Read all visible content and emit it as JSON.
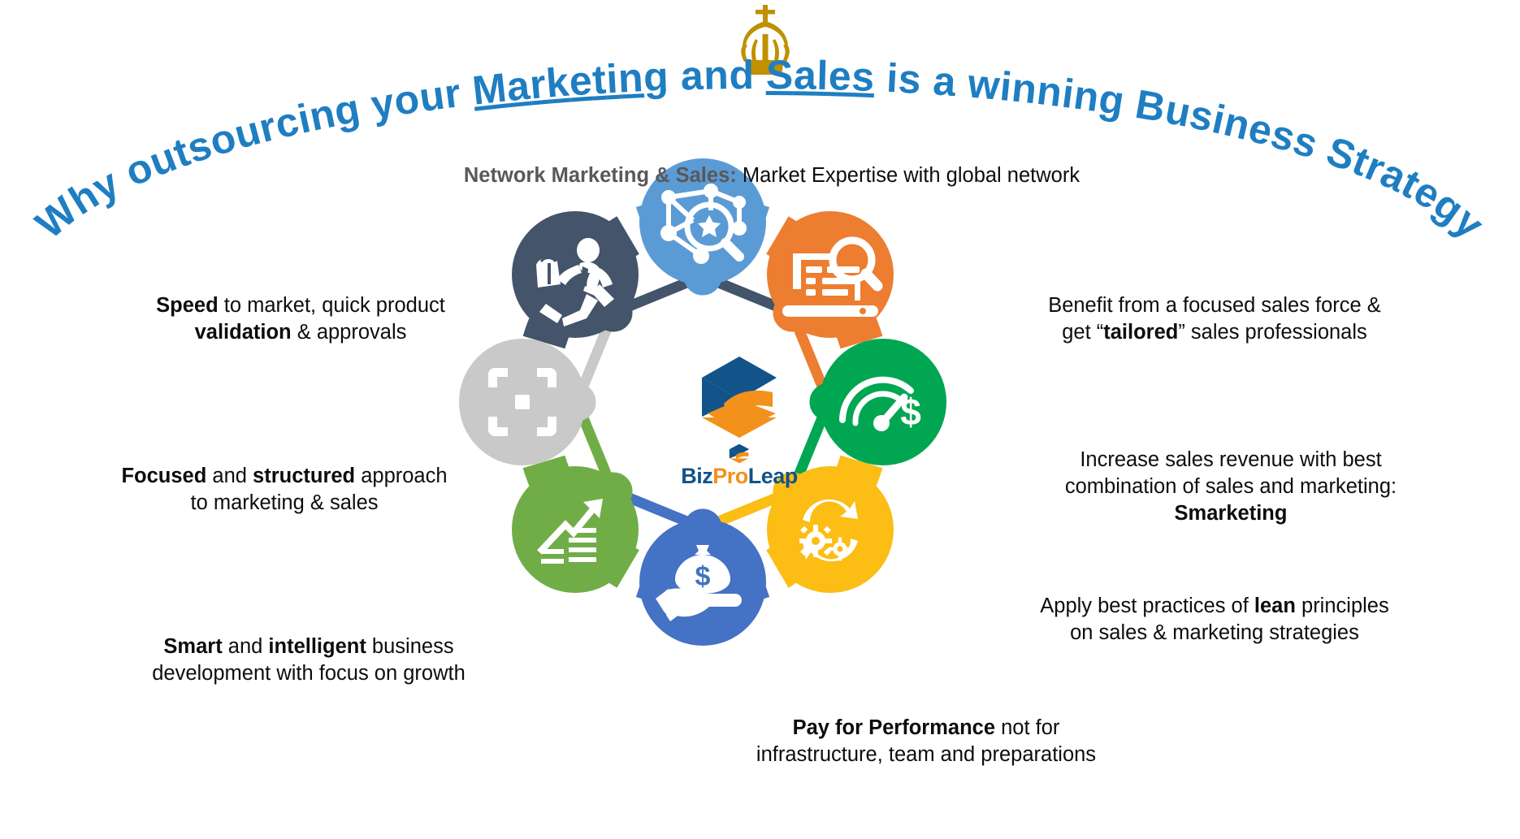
{
  "title": {
    "full": "Why outsourcing your Marketing and Sales is a winning Business Strategy",
    "color": "#1f7ec2",
    "underlined_words": [
      "Marketing",
      "Sales"
    ],
    "segments": [
      {
        "text": "Why outsourcing your ",
        "underline": false
      },
      {
        "text": "Marketing",
        "underline": true
      },
      {
        "text": " and ",
        "underline": false
      },
      {
        "text": "Sales",
        "underline": true
      },
      {
        "text": " is a winning Business Strategy",
        "underline": false
      }
    ]
  },
  "crown": {
    "icon": "crown-icon",
    "color": "#bf9000"
  },
  "logo": {
    "icon": "bizproleap-mark-icon",
    "name_part1": "Biz",
    "name_part2": "Pro",
    "name_part3": "Leap",
    "blue": "#12538a",
    "orange": "#f2911b"
  },
  "labels": {
    "network": {
      "bold": "Network Marketing & Sales:",
      "rest": " Market Expertise with global network"
    },
    "benefit": {
      "line1": "Benefit from a focused sales force &",
      "line2_pre": "get “",
      "line2_bold": "tailored",
      "line2_post": "” sales professionals"
    },
    "increase": {
      "line1": "Increase sales revenue with best",
      "line2": "combination of sales and marketing:",
      "line3_bold": "Smarketing"
    },
    "lean": {
      "line1_pre": "Apply best practices of ",
      "line1_bold": "lean",
      "line1_post": " principles",
      "line2": "on sales & marketing strategies"
    },
    "pay": {
      "line1_bold": "Pay for Performance",
      "line1_post": " not for",
      "line2": "infrastructure, team and preparations"
    },
    "smart": {
      "line1_bold1": "Smart",
      "line1_mid": " and ",
      "line1_bold2": "intelligent",
      "line1_post": " business",
      "line2": "development with focus on growth"
    },
    "focused": {
      "line1_bold1": "Focused",
      "line1_mid": " and ",
      "line1_bold2": "structured",
      "line1_post": " approach",
      "line2": "to marketing & sales"
    },
    "speed": {
      "line1_bold": "Speed",
      "line1_post": " to market, quick product",
      "line2_bold": "validation",
      "line2_post": " & approvals"
    }
  },
  "wheel": {
    "segments": [
      {
        "id": "network",
        "icon": "network-search-icon",
        "color": "#5b9bd5",
        "angle": 0,
        "label_ref": "network"
      },
      {
        "id": "benefit",
        "icon": "laptop-search-icon",
        "color": "#ed7d31",
        "angle": 45,
        "label_ref": "benefit"
      },
      {
        "id": "increase",
        "icon": "speedometer-dollar-icon",
        "color": "#00a651",
        "angle": 90,
        "label_ref": "increase"
      },
      {
        "id": "lean",
        "icon": "gears-refresh-icon",
        "color": "#fcbd14",
        "angle": 135,
        "label_ref": "lean"
      },
      {
        "id": "pay",
        "icon": "hand-money-bag-icon",
        "color": "#4472c4",
        "angle": 180,
        "label_ref": "pay"
      },
      {
        "id": "smart",
        "icon": "bar-chart-growth-icon",
        "color": "#70ad47",
        "angle": 225,
        "label_ref": "smart"
      },
      {
        "id": "focused",
        "icon": "focus-frame-icon",
        "color": "#c9c9c9",
        "angle": 270,
        "label_ref": "focused"
      },
      {
        "id": "speed",
        "icon": "running-businessman-icon",
        "color": "#44546a",
        "angle": 315,
        "label_ref": "speed"
      }
    ]
  }
}
